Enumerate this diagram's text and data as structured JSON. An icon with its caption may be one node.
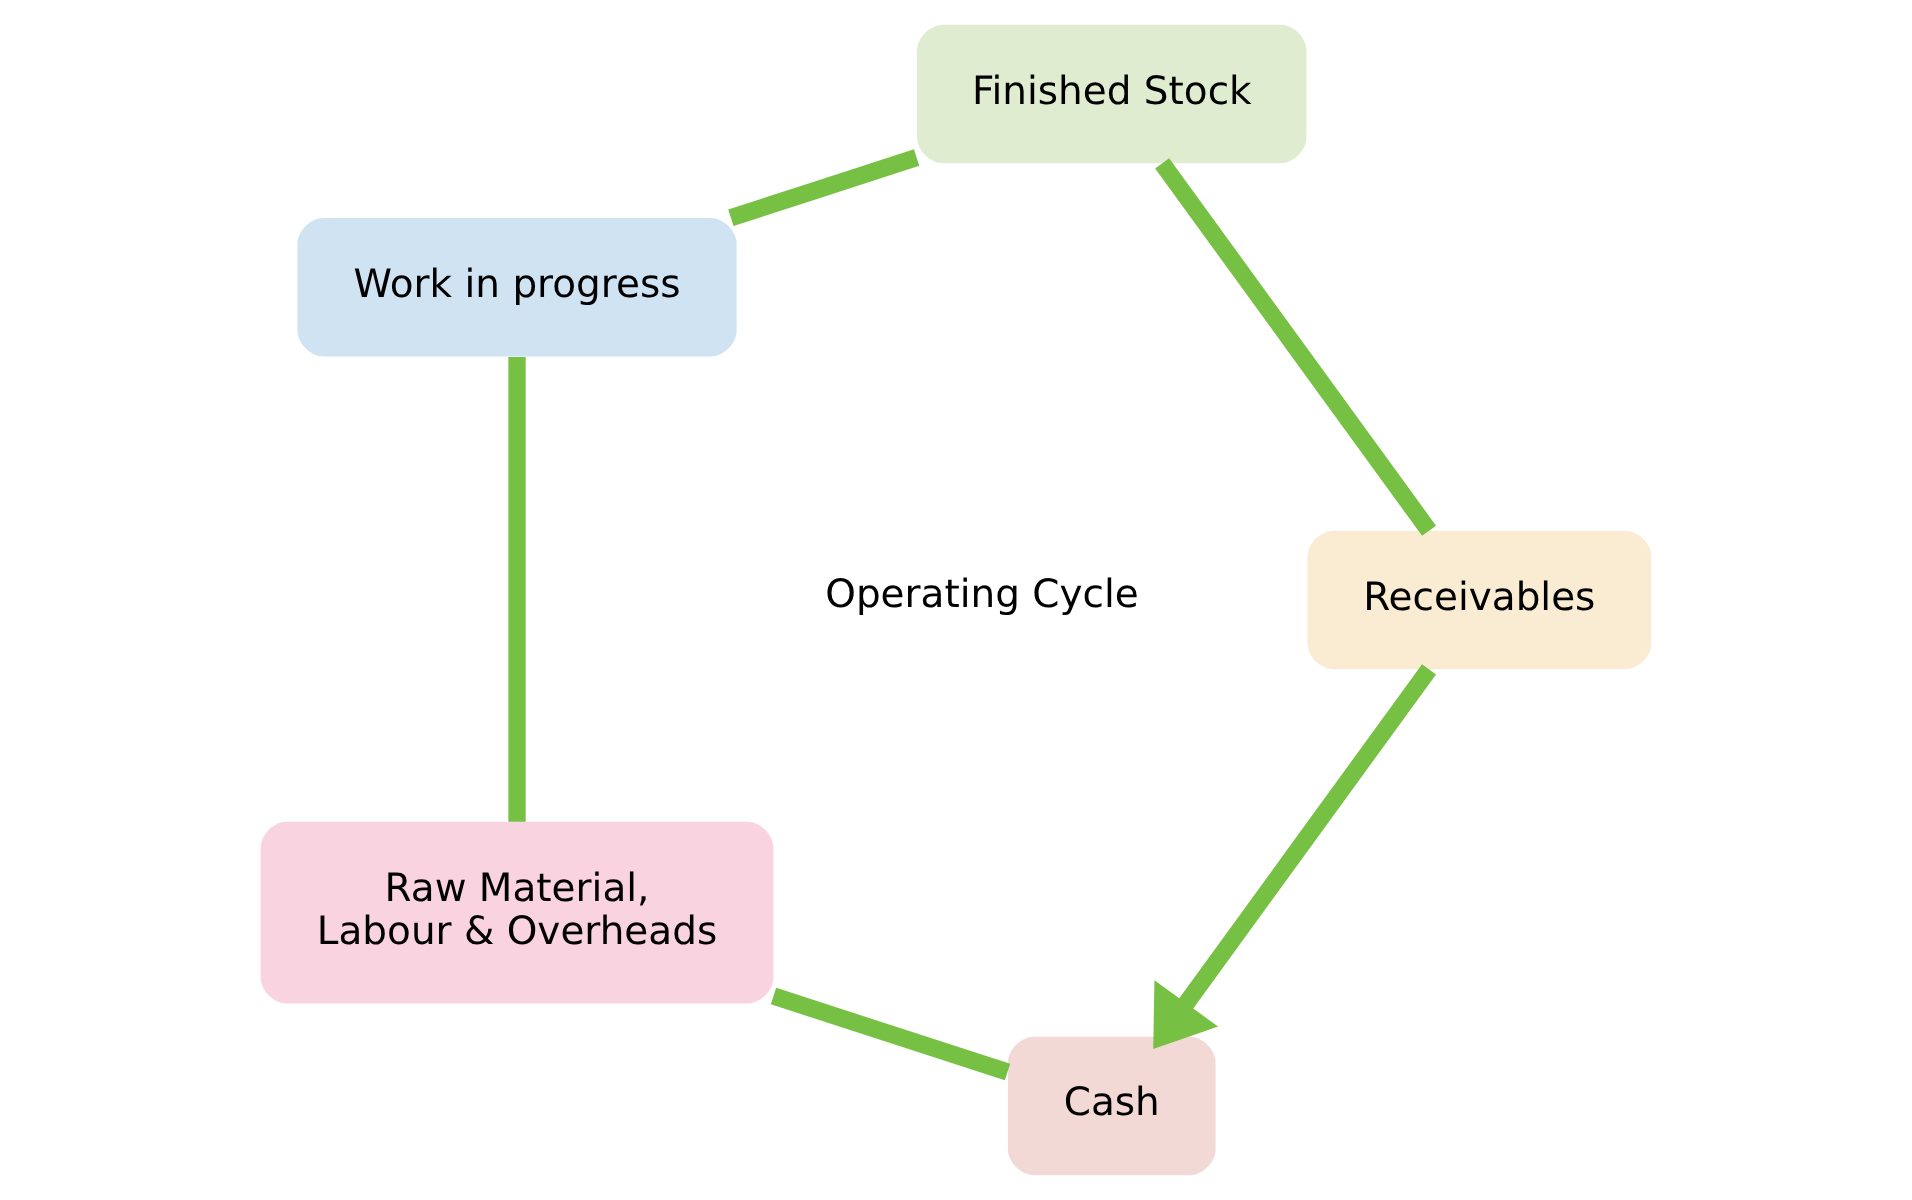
{
  "diagram": {
    "nodes": [
      {
        "text": [
          "Cash"
        ]
      },
      {
        "text": [
          "Raw Material, Labour & Overheads"
        ]
      },
      {
        "text": [
          "Work in progress"
        ]
      },
      {
        "text": [
          "Finished Stock"
        ]
      },
      {
        "text": [
          "Receivables"
        ]
      }
    ],
    "edges": [
      {
        "from": 0,
        "to": 1,
        "arrow": "none"
      },
      {
        "from": 1,
        "to": 2,
        "arrow": "none"
      },
      {
        "from": 2,
        "to": 3,
        "arrow": "none"
      },
      {
        "from": 3,
        "to": 4,
        "arrow": "none"
      },
      {
        "from": 4,
        "to": 0,
        "arrow": "to"
      }
    ],
    "labels": [
      "Operating Cycle"
    ]
  }
}
